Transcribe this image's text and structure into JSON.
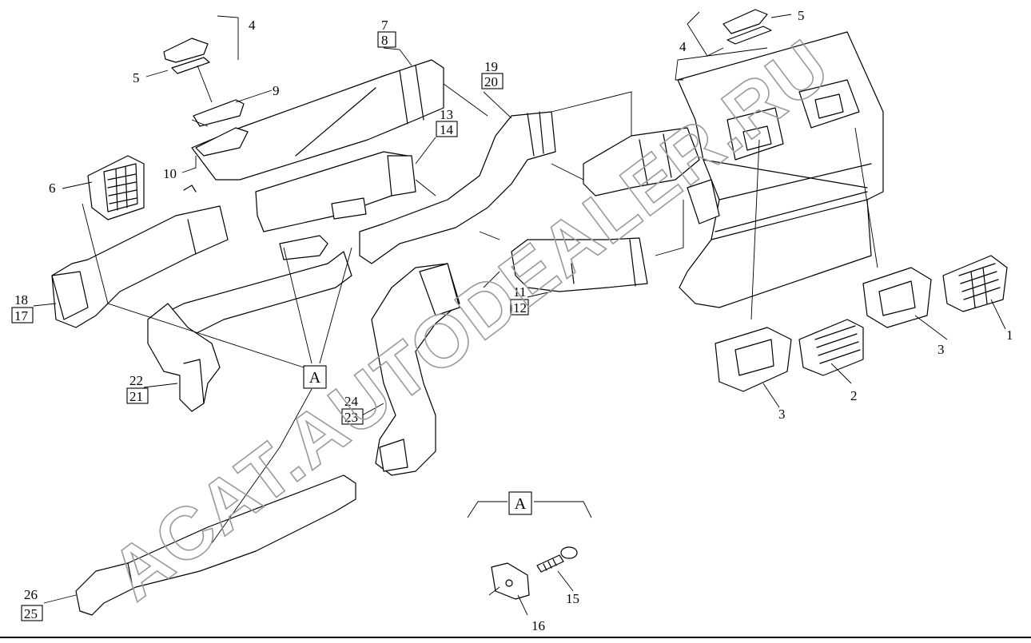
{
  "diagram": {
    "watermark": "ACAT.AUTODEALER.RU",
    "section_label": "A",
    "callouts": {
      "c1": "1",
      "c2": "2",
      "c3a": "3",
      "c3b": "3",
      "c4a": "4",
      "c4b": "4",
      "c5a": "5",
      "c5b": "5",
      "c6": "6",
      "c7": "7",
      "c8": "8",
      "c9": "9",
      "c10": "10",
      "c11": "11",
      "c12": "12",
      "c13": "13",
      "c14": "14",
      "c15": "15",
      "c16": "16",
      "c17": "17",
      "c18": "18",
      "c19": "19",
      "c20": "20",
      "c21": "21",
      "c22": "22",
      "c23": "23",
      "c24": "24",
      "c25": "25",
      "c26": "26"
    }
  }
}
